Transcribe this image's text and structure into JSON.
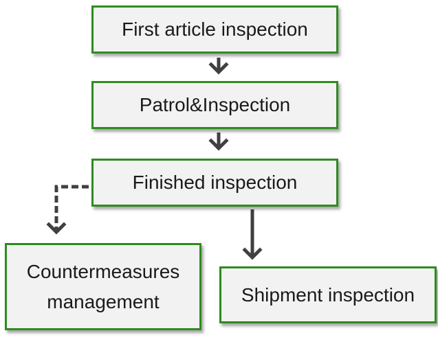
{
  "nodes": {
    "first_article": "First article inspection",
    "patrol": "Patrol&Inspection",
    "finished": "Finished inspection",
    "countermeasures": "Countermeasures management",
    "shipment": "Shipment inspection"
  },
  "colors": {
    "box_border": "#2e8b1f",
    "box_fill": "#f2f2f2",
    "arrow": "#404040"
  },
  "edges": [
    {
      "from": "first_article",
      "to": "patrol",
      "style": "solid"
    },
    {
      "from": "patrol",
      "to": "finished",
      "style": "solid"
    },
    {
      "from": "finished",
      "to": "countermeasures",
      "style": "dashed"
    },
    {
      "from": "finished",
      "to": "shipment",
      "style": "solid"
    }
  ]
}
